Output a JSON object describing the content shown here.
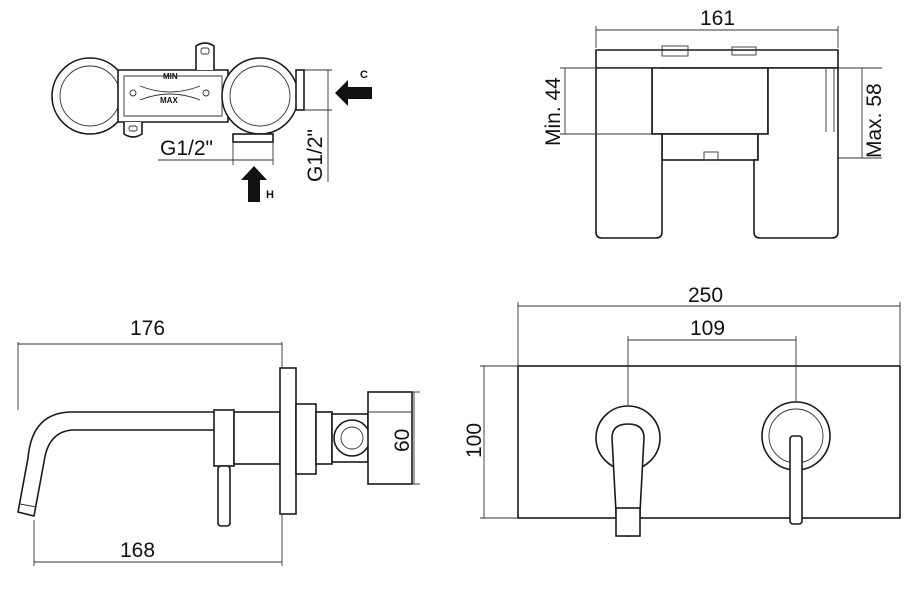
{
  "install_view": {
    "label_min": "MIN",
    "label_max": "MAX",
    "arrow_c": "C",
    "arrow_h": "H",
    "thread_horizontal": "G1/2\"",
    "thread_vertical": "G1/2\""
  },
  "side_view_top": {
    "width": "161",
    "min_depth": "Min. 44",
    "max_depth": "Max. 58"
  },
  "side_view": {
    "length_top": "176",
    "length_bottom": "168",
    "height": "60"
  },
  "front_view": {
    "plate_width": "250",
    "centre_distance": "109",
    "plate_height": "100"
  }
}
